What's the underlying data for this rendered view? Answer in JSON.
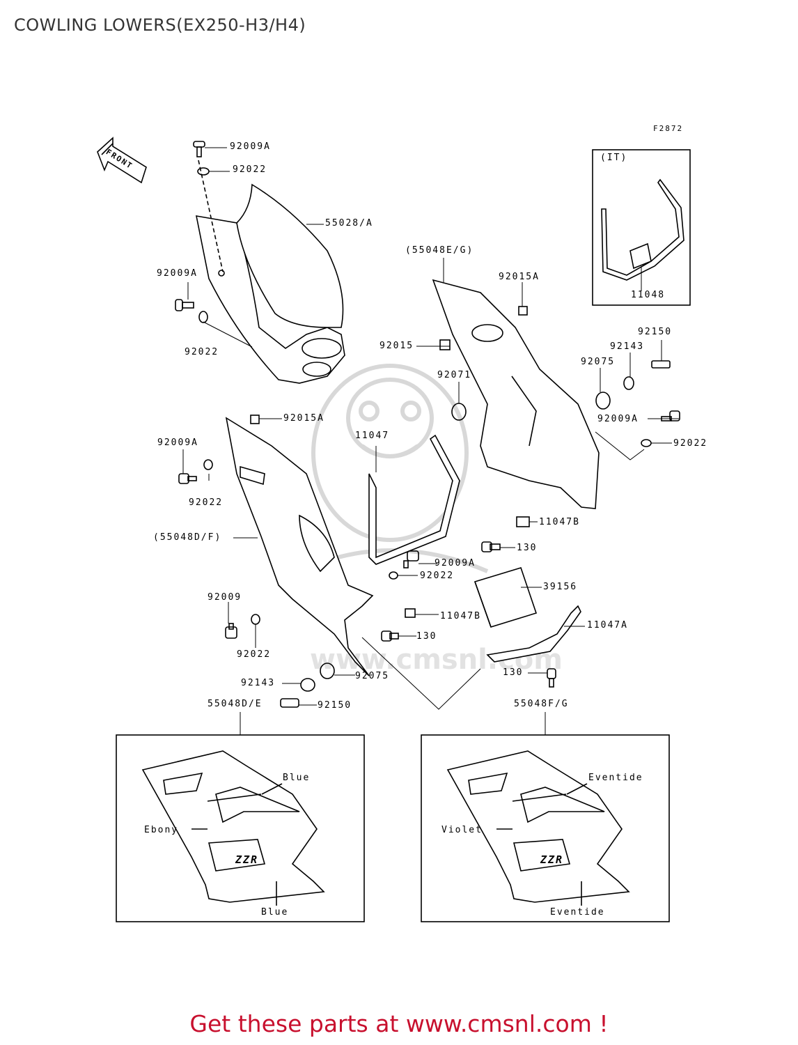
{
  "title": "COWLING LOWERS(EX250-H3/H4)",
  "figure_code": "F2872",
  "front_label": "FRONT",
  "inset_tag": "(IT)",
  "part_labels": [
    "92009A",
    "92022",
    "55028/A",
    "92009A",
    "92022",
    "(55048E/G)",
    "92015A",
    "11048",
    "92015",
    "92150",
    "92143",
    "92075",
    "92071",
    "92009A",
    "92022",
    "92015A",
    "11047",
    "92009A",
    "92022",
    "11047B",
    "(55048D/F)",
    "130",
    "92009A",
    "92022",
    "39156",
    "92009",
    "11047B",
    "11047A",
    "92022",
    "130",
    "130",
    "92143",
    "92075",
    "92150",
    "55048D/E",
    "55048F/G"
  ],
  "color_boxes": {
    "left": {
      "upper": "Blue",
      "side": "Ebony",
      "lower": "Blue",
      "decal": "ZZR"
    },
    "right": {
      "upper": "Eventide",
      "side": "Violet",
      "lower": "Eventide",
      "decal": "ZZR"
    }
  },
  "watermark": "www.cmsnl.com",
  "footer": {
    "text": "Get these parts at www.cmsnl.com !"
  }
}
